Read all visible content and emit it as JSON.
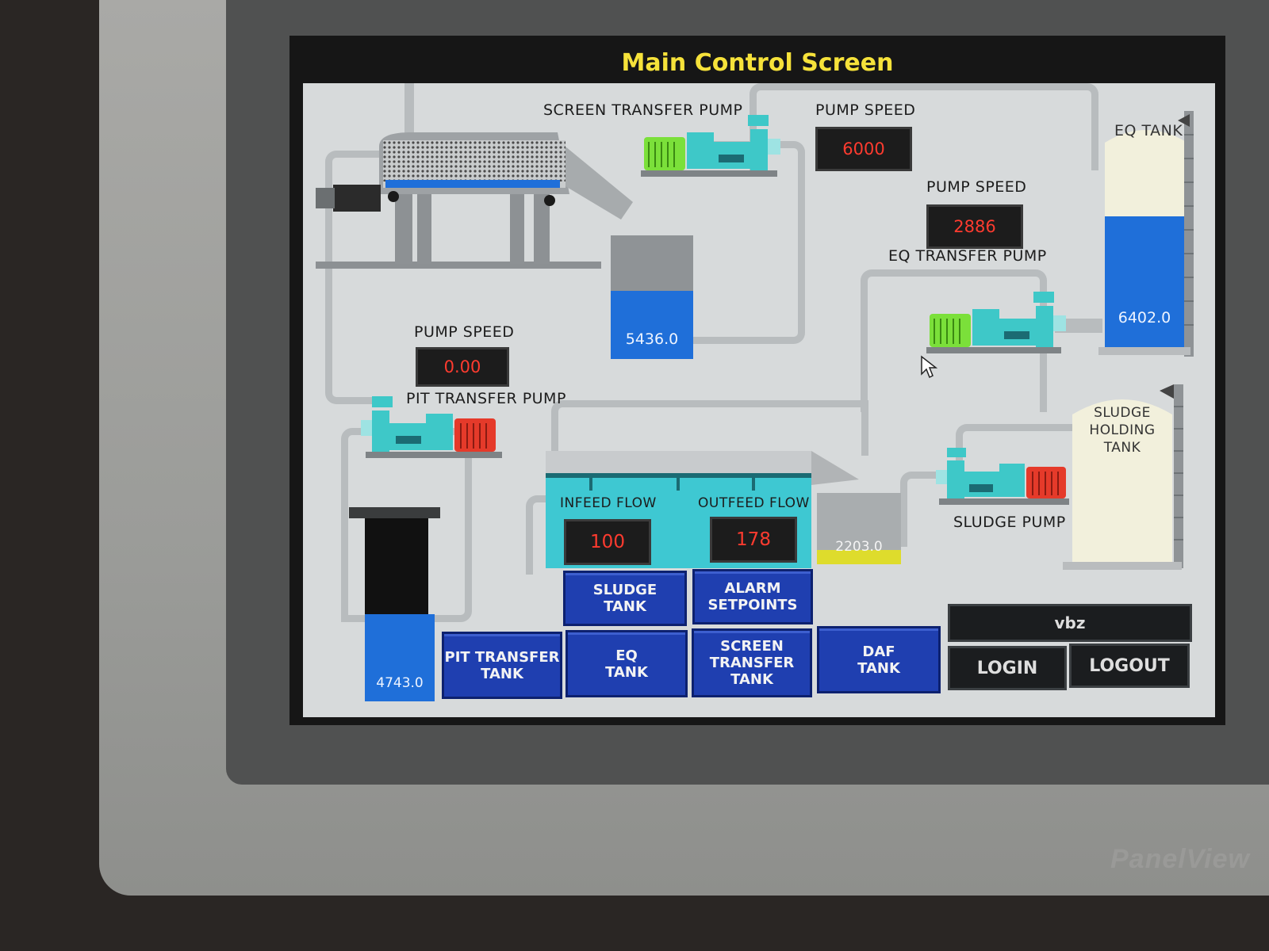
{
  "header": {
    "title": "Main Control Screen"
  },
  "screen_transfer_pump": {
    "label": "SCREEN TRANSFER PUMP",
    "speed_label": "PUMP SPEED",
    "speed": "6000"
  },
  "eq_transfer_pump": {
    "label": "EQ TRANSFER PUMP",
    "speed_label": "PUMP SPEED",
    "speed": "2886"
  },
  "pit_transfer_pump": {
    "label": "PIT TRANSFER PUMP",
    "speed_label": "PUMP SPEED",
    "speed": "0.00"
  },
  "sludge_pump": {
    "label": "SLUDGE PUMP"
  },
  "tanks": {
    "screen_transfer": {
      "value": "5436.0",
      "level": 0.55
    },
    "eq": {
      "label": "EQ TANK",
      "value": "6402.0",
      "level": 0.55
    },
    "sludge_holding": {
      "label": "SLUDGE\nHOLDING\nTANK"
    },
    "pit_transfer": {
      "value": "4743.0",
      "level": 0.45
    },
    "daf_small": {
      "value": "2203.0",
      "level": 0.2
    }
  },
  "daf": {
    "infeed_label": "INFEED FLOW",
    "infeed": "100",
    "outfeed_label": "OUTFEED FLOW",
    "outfeed": "178"
  },
  "nav": {
    "sludge_tank": "SLUDGE\nTANK",
    "alarm_setpoints": "ALARM\nSETPOINTS",
    "pit_transfer_tank": "PIT TRANSFER\nTANK",
    "eq_tank": "EQ\nTANK",
    "screen_transfer_tank": "SCREEN\nTRANSFER\nTANK",
    "daf_tank": "DAF\nTANK"
  },
  "user": {
    "name": "vbz",
    "login": "LOGIN",
    "logout": "LOGOUT"
  },
  "device": {
    "brand": "PanelView"
  },
  "colors": {
    "water": "#1f6fd9",
    "pump_body": "#3ec8c8",
    "motor_green": "#7be03a",
    "motor_red": "#e53a2a",
    "title": "#f6e23a"
  }
}
